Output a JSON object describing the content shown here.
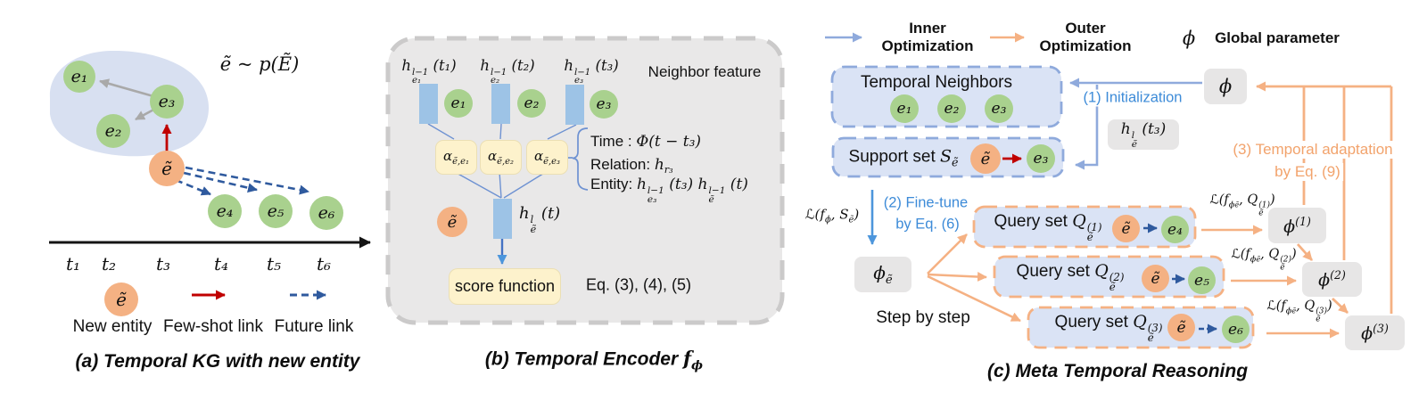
{
  "colors": {
    "entity_green": "#A9D18E",
    "entity_orange": "#F4B183",
    "feature_bar_blue": "#9DC3E6",
    "box_fill_blue": "#DAE3F5",
    "dashed_border_blue": "#8FAADC",
    "dashed_border_orange": "#F5B183",
    "panel_gray": "#E9E8E8",
    "gray_box": "#E7E6E6",
    "yellow_box": "#FDF2CC",
    "few_shot_red": "#C00000",
    "future_link_blue": "#2F5A9E",
    "step_text_blue": "#3D8BD8",
    "step_text_orange": "#F2A36C"
  },
  "panel_a": {
    "caption": "(a) Temporal KG with new entity",
    "title": "ẽ ~ p(Ẽ)",
    "nodes": {
      "e1": "e₁",
      "e2": "e₂",
      "e3": "e₃",
      "e4": "e₄",
      "e5": "e₅",
      "e6": "e₆",
      "enew": "ẽ"
    },
    "timeline": {
      "t1": "t₁",
      "t2": "t₂",
      "t3": "t₃",
      "t4": "t₄",
      "t5": "t₅",
      "t6": "t₆"
    },
    "legend": {
      "enew": "ẽ",
      "new_entity": "New entity",
      "few_shot": "Few-shot link",
      "future": "Future link"
    }
  },
  "panel_b": {
    "caption_html": "(b) Temporal Encoder <span class='m'>f</span><span class='m'><sub>ϕ</sub></span>",
    "neighbor_feature": "Neighbor feature",
    "features": {
      "f1": "h<span class='ss'><sup>l−1</sup><sub>e₁</sub></span> (t₁)",
      "f2": "h<span class='ss'><sup>l−1</sup><sub>e₂</sub></span> (t₂)",
      "f3": "h<span class='ss'><sup>l−1</sup><sub>e₃</sub></span> (t₃)"
    },
    "entities": {
      "e1": "e₁",
      "e2": "e₂",
      "e3": "e₃"
    },
    "alphas": {
      "a1": "α<sub>ẽ,e₁</sub>",
      "a2": "α<sub>ẽ,e₂</sub>",
      "a3": "α<sub>ẽ,e₃</sub>"
    },
    "enew": "ẽ",
    "hidden_html": "h<span class='ss'><sup>l</sup><sub>ẽ</sub></span> (t)",
    "annotations": {
      "time": "Time : <span class='m'>Φ(t − t₃)</span>",
      "relation": "Relation: <span class='m'>h<sub>r₃</sub></span>",
      "entity": "Entity: <span class='m'>h<span class='ss'><sup>l−1</sup><sub>e₃</sub></span> (t₃) h<span class='ss'><sup>l−1</sup><sub>ẽ</sub></span> (t)</span>"
    },
    "score": "score function",
    "eq": "Eq. (3), (4), (5)"
  },
  "panel_c": {
    "caption": "(c) Meta Temporal Reasoning",
    "legend": {
      "inner1": "Inner",
      "inner2": "Optimization",
      "outer1": "Outer",
      "outer2": "Optimization",
      "phi": "ϕ",
      "global": "Global parameter"
    },
    "temporal_neighbors": {
      "label": "Temporal Neighbors",
      "e1": "e₁",
      "e2": "e₂",
      "e3": "e₃"
    },
    "support": {
      "label_html": "Support set <span class='m'>S<sub>ẽ</sub></span>",
      "enew": "ẽ",
      "tail": "e₃"
    },
    "phi_box": "ϕ",
    "h_box_html": "h<span class='ss'><sup>l</sup><sub>ẽ</sub></span> (t₃)",
    "step1": "(1) Initialization",
    "loss_support_html": "ℒ(f<sub>ϕ</sub>, S<sub>ẽ</sub>)",
    "step2a": "(2) Fine-tune",
    "step2b": "by Eq. (6)",
    "phi_e_html": "ϕ<sub>ẽ</sub>",
    "step_by_step": "Step by step",
    "step3a": "(3) Temporal adaptation",
    "step3b": "by Eq. (9)",
    "queries": [
      {
        "label_html": "Query set <span class='m'>Q<span class='ss'><sup>(1)</sup><sub>ẽ</sub></span></span>",
        "enew": "ẽ",
        "tail": "e₄",
        "loss_html": "ℒ(f<sub>ϕ<span class='s2'>ẽ</span></sub>, Q<span class='ss'><sup>(1)</sup><sub>ẽ</sub></span>)",
        "phi_html": "ϕ<sup>(1)</sup>"
      },
      {
        "label_html": "Query set <span class='m'>Q<span class='ss'><sup>(2)</sup><sub>ẽ</sub></span></span>",
        "enew": "ẽ",
        "tail": "e₅",
        "loss_html": "ℒ(f<sub>ϕ<span class='s2'>ẽ</span></sub>, Q<span class='ss'><sup>(2)</sup><sub>ẽ</sub></span>)",
        "phi_html": "ϕ<sup>(2)</sup>"
      },
      {
        "label_html": "Query set <span class='m'>Q<span class='ss'><sup>(3)</sup><sub>ẽ</sub></span></span>",
        "enew": "ẽ",
        "tail": "e₆",
        "loss_html": "ℒ(f<sub>ϕ<span class='s2'>ẽ</span></sub>, Q<span class='ss'><sup>(3)</sup><sub>ẽ</sub></span>)",
        "phi_html": "ϕ<sup>(3)</sup>"
      }
    ]
  }
}
